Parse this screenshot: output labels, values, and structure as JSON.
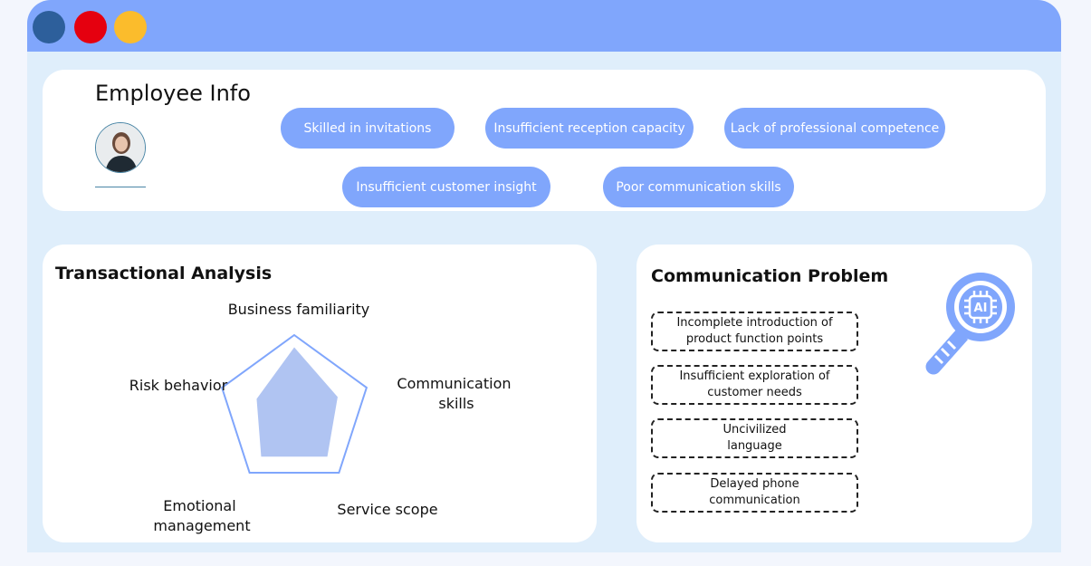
{
  "window": {
    "controls": [
      "close-dot-blue",
      "minimize-dot-red",
      "maximize-dot-yellow"
    ],
    "titlebar_color": "#80a6fc",
    "accent": "#80a6fc"
  },
  "employee_info": {
    "title": "Employee Info",
    "avatar": "employee-photo",
    "tags": [
      "Skilled in invitations",
      "Insufficient reception capacity",
      "Lack of professional competence",
      "Insufficient customer insight",
      "Poor communication skills"
    ]
  },
  "transactional_analysis": {
    "title": "Transactional Analysis",
    "axes": [
      "Business familiarity",
      "Communication skills",
      "Service scope",
      "Emotional management",
      "Risk behavior"
    ],
    "chart_data": {
      "type": "radar",
      "axes": [
        "Business familiarity",
        "Communication skills",
        "Service scope",
        "Emotional management",
        "Risk behavior"
      ],
      "values": [
        0.84,
        0.6,
        0.74,
        0.74,
        0.52
      ],
      "max": 1
    }
  },
  "communication_problem": {
    "title": "Communication Problem",
    "icon": "ai-magnifier-icon",
    "items": [
      "Incomplete introduction of product function points",
      "Insufficient exploration of customer needs",
      "Uncivilized language",
      "Delayed phone communication"
    ]
  }
}
